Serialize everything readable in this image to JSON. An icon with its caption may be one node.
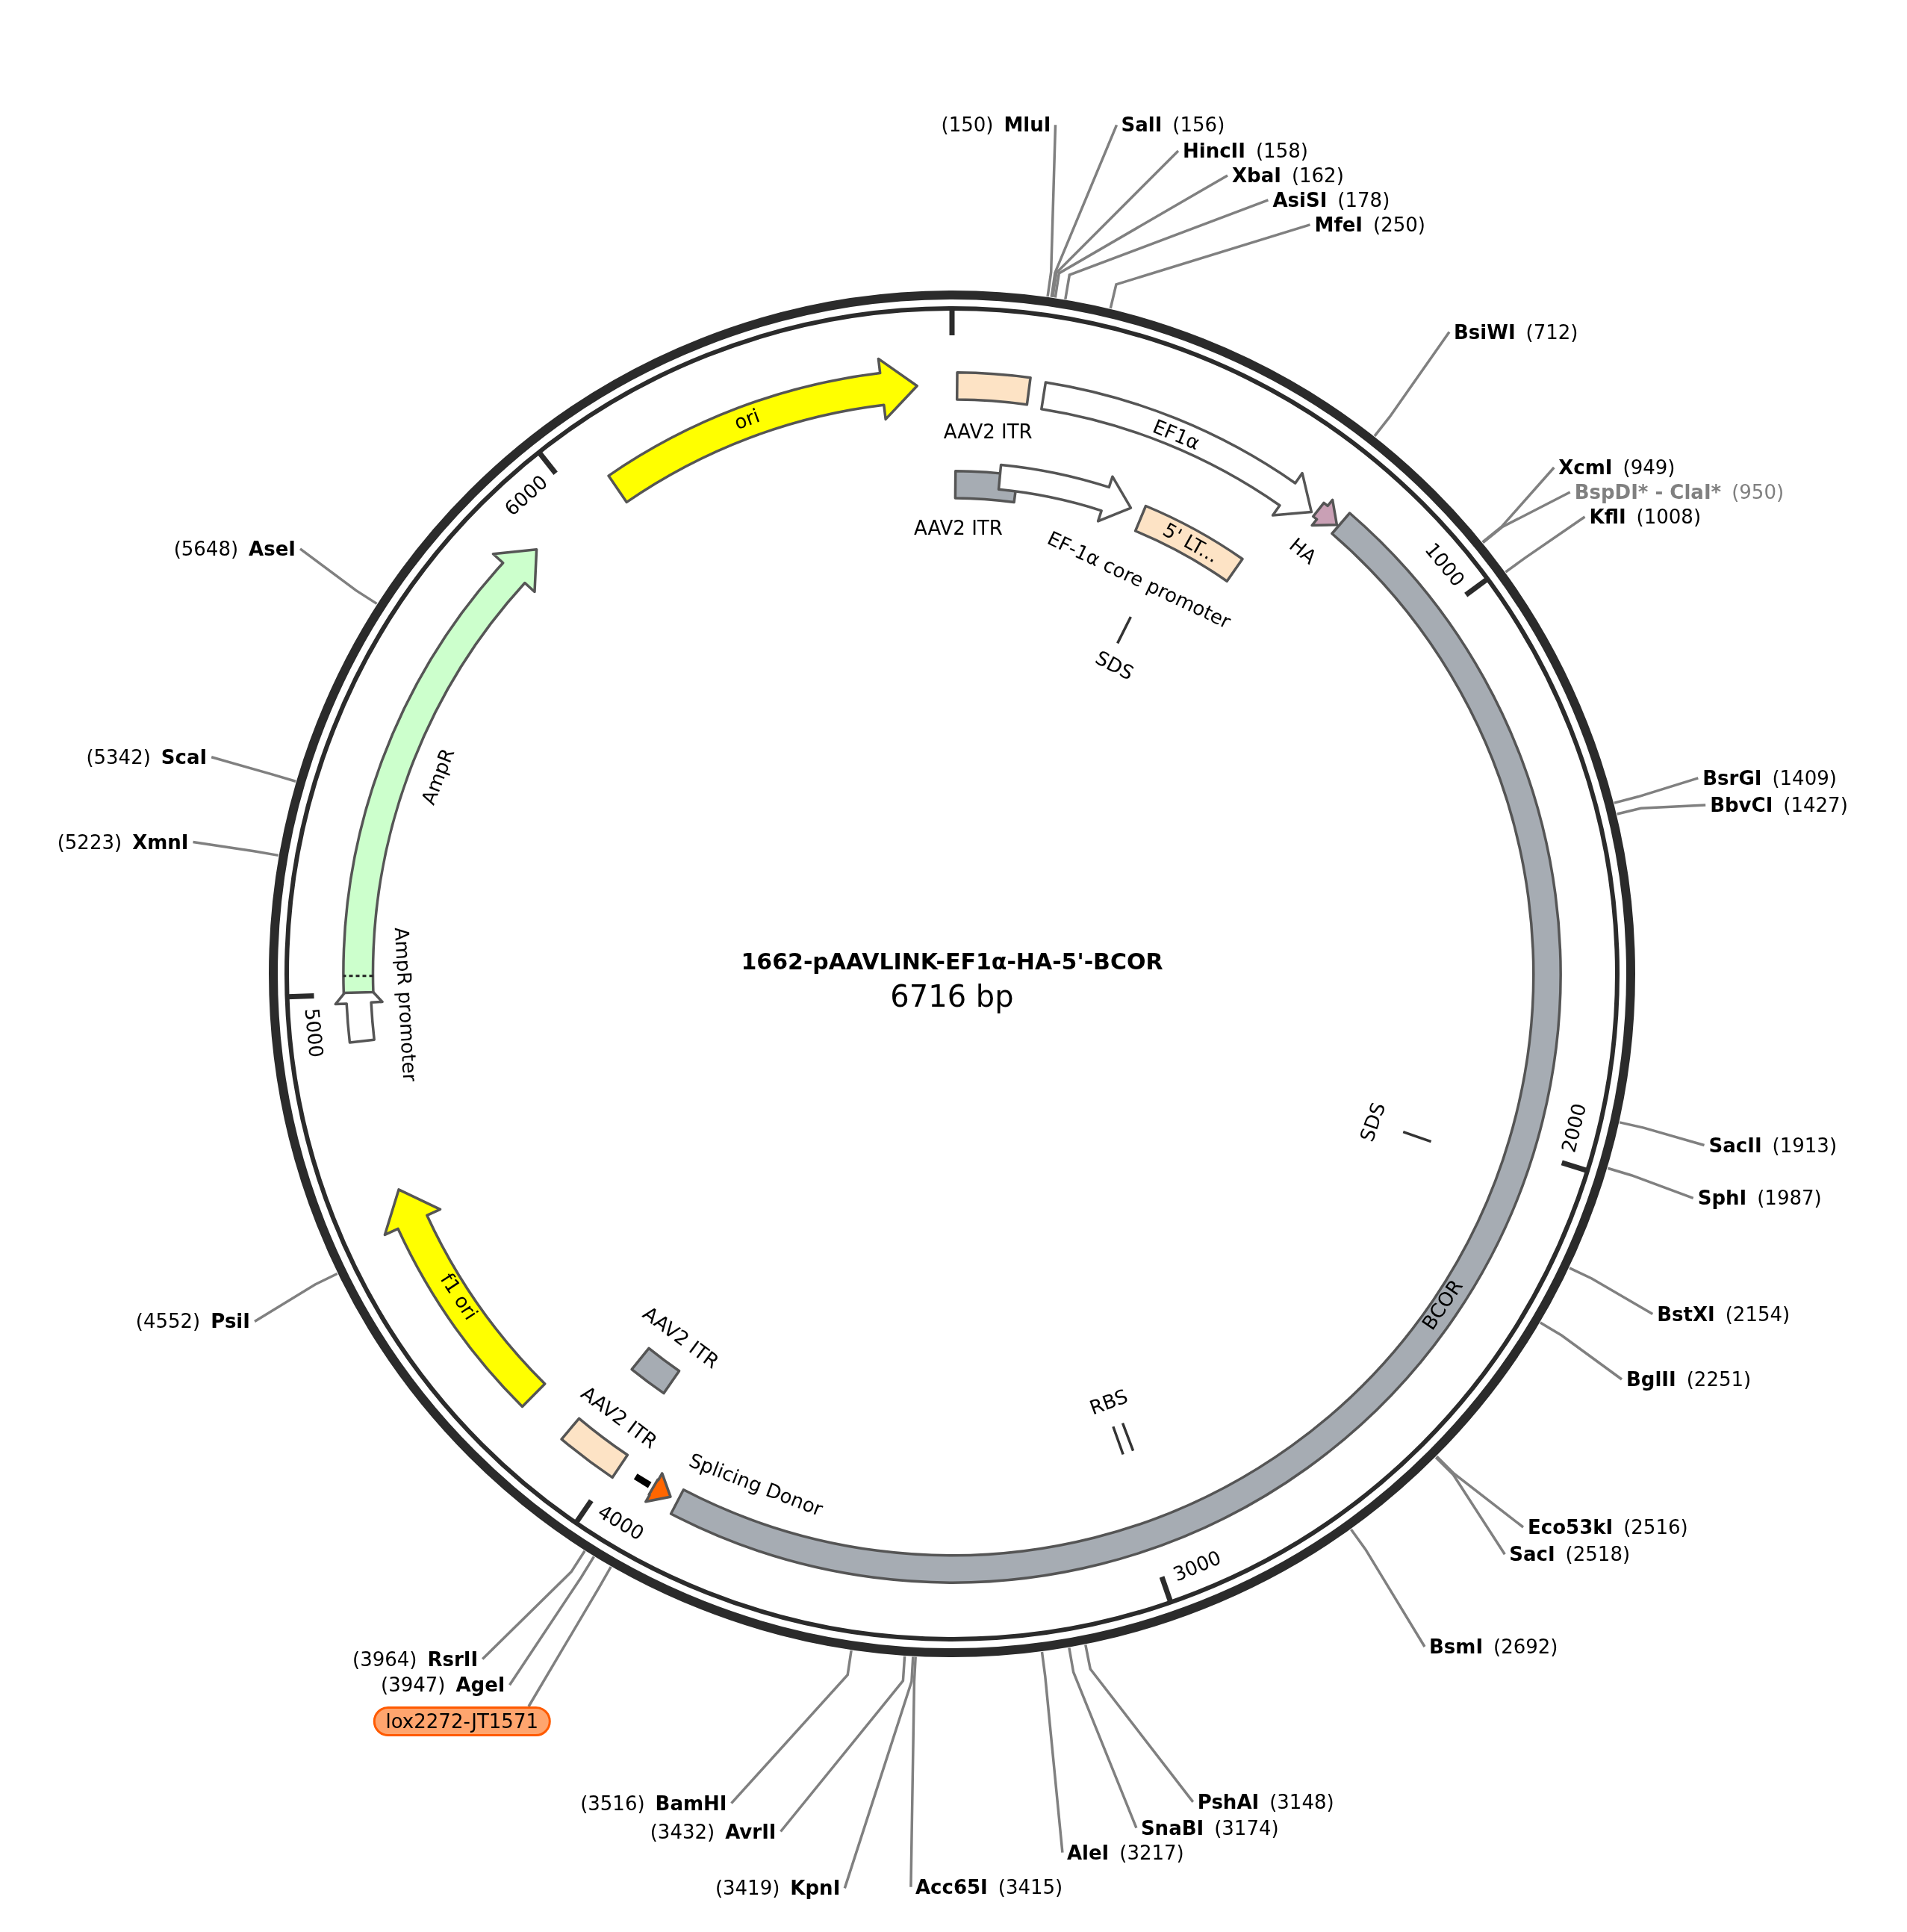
{
  "diagram": {
    "title": "1662-pAAVLINK-EF1α-HA-5'-BCOR",
    "nodes": [
      {
        "text": [
          "ori"
        ]
      },
      {
        "text": [
          "AAV2 ITR"
        ]
      },
      {
        "text": [
          "EF1α"
        ]
      },
      {
        "text": [
          "HA"
        ]
      },
      {
        "text": [
          "AAV2 ITR"
        ]
      },
      {
        "text": [
          "EF-1α core promoter"
        ]
      },
      {
        "text": [
          "5' LT..."
        ]
      },
      {
        "text": [
          "BCOR"
        ]
      },
      {
        "text": [
          "Splicing Donor"
        ]
      },
      {
        "text": [
          "AAV2 ITR"
        ]
      },
      {
        "text": [
          "AAV2 ITR"
        ]
      },
      {
        "text": [
          "f1 ori"
        ]
      },
      {
        "text": [
          "AmpR promoter"
        ]
      },
      {
        "text": [
          "AmpR"
        ]
      },
      {
        "text": [
          "(150)",
          "MluI"
        ]
      },
      {
        "text": [
          "SalI",
          "(156)"
        ]
      },
      {
        "text": [
          "HincII",
          "(158)"
        ]
      },
      {
        "text": [
          "XbaI",
          "(162)"
        ]
      },
      {
        "text": [
          "AsiSI",
          "(178)"
        ]
      },
      {
        "text": [
          "MfeI",
          "(250)"
        ]
      },
      {
        "text": [
          "BsiWI",
          "(712)"
        ]
      },
      {
        "text": [
          "XcmI",
          "(949)"
        ]
      },
      {
        "text": [
          "BspDI* - ClaI*",
          "(950)"
        ]
      },
      {
        "text": [
          "KflI",
          "(1008)"
        ]
      },
      {
        "text": [
          "BsrGI",
          "(1409)"
        ]
      },
      {
        "text": [
          "BbvCI",
          "(1427)"
        ]
      },
      {
        "text": [
          "SacII",
          "(1913)"
        ]
      },
      {
        "text": [
          "SphI",
          "(1987)"
        ]
      },
      {
        "text": [
          "BstXI",
          "(2154)"
        ]
      },
      {
        "text": [
          "BglII",
          "(2251)"
        ]
      },
      {
        "text": [
          "Eco53kI",
          "(2516)"
        ]
      },
      {
        "text": [
          "SacI",
          "(2518)"
        ]
      },
      {
        "text": [
          "BsmI",
          "(2692)"
        ]
      },
      {
        "text": [
          "PshAI",
          "(3148)"
        ]
      },
      {
        "text": [
          "SnaBI",
          "(3174)"
        ]
      },
      {
        "text": [
          "AleI",
          "(3217)"
        ]
      },
      {
        "text": [
          "Acc65I",
          "(3415)"
        ]
      },
      {
        "text": [
          "(3419)",
          "KpnI"
        ]
      },
      {
        "text": [
          "(3432)",
          "AvrII"
        ]
      },
      {
        "text": [
          "(3516)",
          "BamHI"
        ]
      },
      {
        "text": [
          "(3947)",
          "AgeI"
        ]
      },
      {
        "text": [
          "(3964)",
          "RsrII"
        ]
      },
      {
        "text": [
          "(4552)",
          "PsiI"
        ]
      },
      {
        "text": [
          "(5223)",
          "XmnI"
        ]
      },
      {
        "text": [
          "(5342)",
          "ScaI"
        ]
      },
      {
        "text": [
          "(5648)",
          "AseI"
        ]
      },
      {
        "text": [
          "lox2272-JT1571"
        ]
      }
    ],
    "edges": [
      {
        "from": 14,
        "to": null,
        "arrow": "none"
      },
      {
        "from": 15,
        "to": null,
        "arrow": "none"
      },
      {
        "from": 16,
        "to": null,
        "arrow": "none"
      },
      {
        "from": 17,
        "to": null,
        "arrow": "none"
      },
      {
        "from": 18,
        "to": null,
        "arrow": "none"
      },
      {
        "from": 19,
        "to": null,
        "arrow": "none"
      },
      {
        "from": 20,
        "to": null,
        "arrow": "none"
      },
      {
        "from": 21,
        "to": null,
        "arrow": "none"
      },
      {
        "from": 22,
        "to": null,
        "arrow": "none"
      },
      {
        "from": 23,
        "to": null,
        "arrow": "none"
      },
      {
        "from": 24,
        "to": null,
        "arrow": "none"
      },
      {
        "from": 25,
        "to": null,
        "arrow": "none"
      },
      {
        "from": 26,
        "to": null,
        "arrow": "none"
      },
      {
        "from": 27,
        "to": null,
        "arrow": "none"
      },
      {
        "from": 28,
        "to": null,
        "arrow": "none"
      },
      {
        "from": 29,
        "to": null,
        "arrow": "none"
      },
      {
        "from": 30,
        "to": null,
        "arrow": "none"
      },
      {
        "from": 31,
        "to": null,
        "arrow": "none"
      },
      {
        "from": 32,
        "to": null,
        "arrow": "none"
      },
      {
        "from": 33,
        "to": null,
        "arrow": "none"
      },
      {
        "from": 34,
        "to": null,
        "arrow": "none"
      },
      {
        "from": 35,
        "to": null,
        "arrow": "none"
      },
      {
        "from": 36,
        "to": null,
        "arrow": "none"
      },
      {
        "from": 37,
        "to": null,
        "arrow": "none"
      },
      {
        "from": 38,
        "to": null,
        "arrow": "none"
      },
      {
        "from": 39,
        "to": null,
        "arrow": "none"
      },
      {
        "from": 40,
        "to": null,
        "arrow": "none"
      },
      {
        "from": 41,
        "to": null,
        "arrow": "none"
      },
      {
        "from": 42,
        "to": null,
        "arrow": "none"
      },
      {
        "from": 43,
        "to": null,
        "arrow": "none"
      },
      {
        "from": 44,
        "to": null,
        "arrow": "none"
      },
      {
        "from": 45,
        "to": null,
        "arrow": "none"
      },
      {
        "from": 46,
        "to": null,
        "arrow": "none"
      }
    ],
    "labels": [
      "6716 bp",
      "1000",
      "2000",
      "3000",
      "4000",
      "5000",
      "6000",
      "SDS",
      "SDS",
      "RBS"
    ]
  }
}
